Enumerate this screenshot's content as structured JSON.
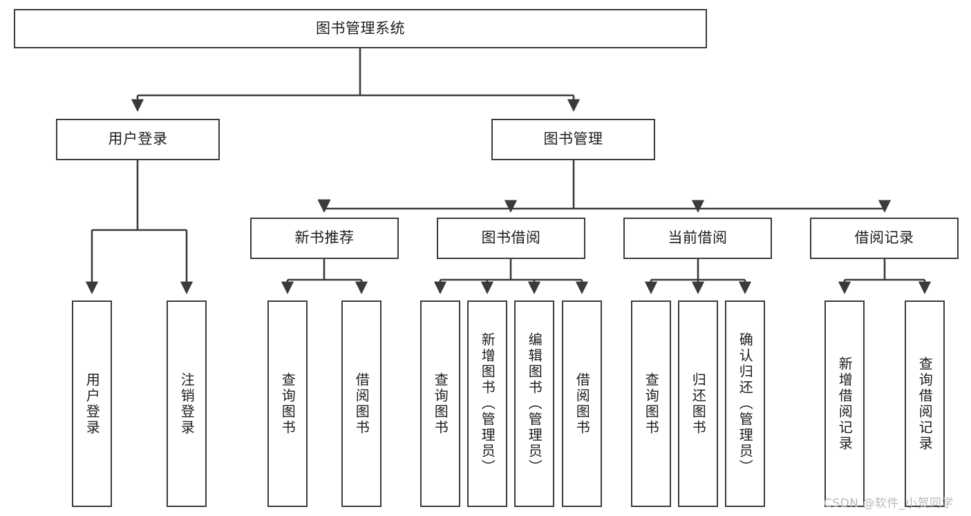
{
  "diagram": {
    "title": "图书管理系统",
    "type": "tree-hierarchy",
    "orientation": "top-down",
    "colors": {
      "node_border": "#3a3a3a",
      "node_fill": "#ffffff",
      "edge": "#3a3a3a",
      "text": "#1c1c1c",
      "watermark": "#b9b9b9"
    }
  },
  "root": {
    "label": "图书管理系统"
  },
  "level1": [
    {
      "label": "用户登录"
    },
    {
      "label": "图书管理"
    }
  ],
  "level2": [
    {
      "label": "新书推荐"
    },
    {
      "label": "图书借阅"
    },
    {
      "label": "当前借阅"
    },
    {
      "label": "借阅记录"
    }
  ],
  "leaves": {
    "user_login": [
      {
        "label": "用户登录"
      },
      {
        "label": "注销登录"
      }
    ],
    "new_book_recommend": [
      {
        "label": "查询图书"
      },
      {
        "label": "借阅图书"
      }
    ],
    "book_borrow": [
      {
        "label": "查询图书"
      },
      {
        "label": "新增图书（管理员）"
      },
      {
        "label": "编辑图书（管理员）"
      },
      {
        "label": "借阅图书"
      }
    ],
    "current_borrow": [
      {
        "label": "查询图书"
      },
      {
        "label": "归还图书"
      },
      {
        "label": "确认归还（管理员）"
      }
    ],
    "borrow_record": [
      {
        "label": "新增借阅记录"
      },
      {
        "label": "查询借阅记录"
      }
    ]
  },
  "watermark": {
    "text": "CSDN @软件_小贺同学"
  }
}
